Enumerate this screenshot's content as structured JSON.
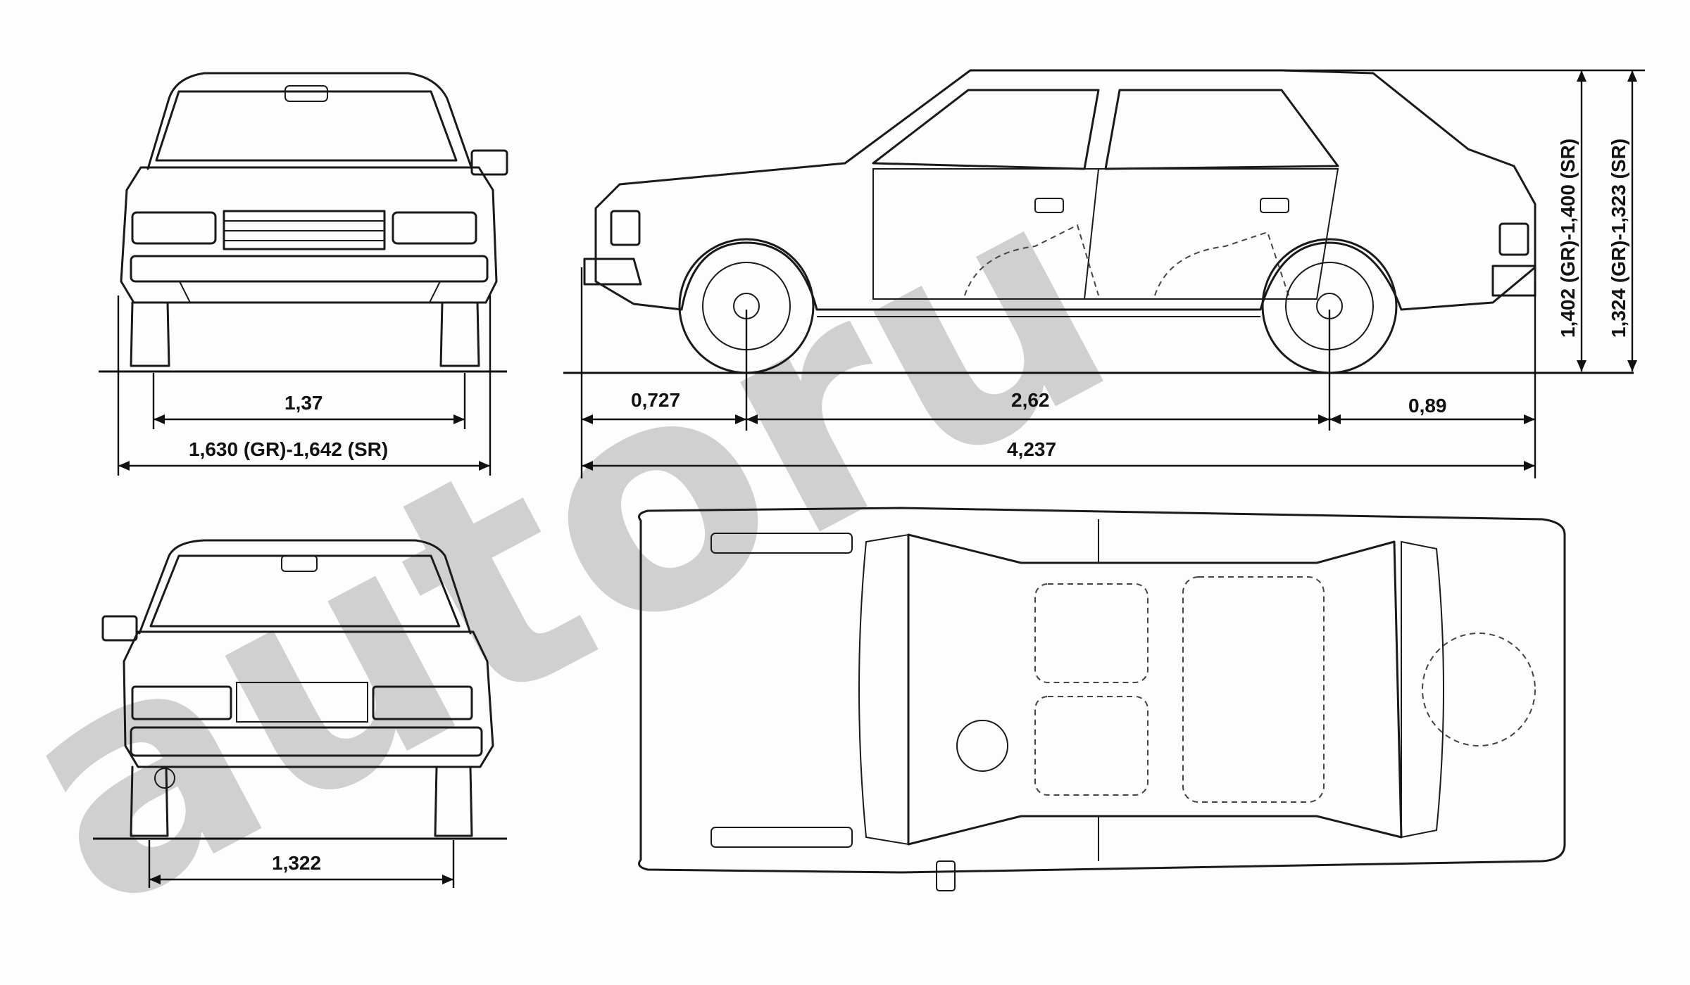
{
  "watermark": "autoru",
  "colors": {
    "ink": "#1a1a1a",
    "paper": "#fdfdfd",
    "watermark": "#c4c4c4"
  },
  "front_view": {
    "track_label": "1,37",
    "width_label": "1,630 (GR)-1,642 (SR)"
  },
  "side_view": {
    "front_overhang_label": "0,727",
    "wheelbase_label": "2,62",
    "rear_overhang_label": "0,89",
    "length_label": "4,237",
    "height_label_1": "1,402 (GR)-1,400 (SR)",
    "height_label_2": "1,324 (GR)-1,323 (SR)"
  },
  "rear_view": {
    "track_label": "1,322"
  }
}
